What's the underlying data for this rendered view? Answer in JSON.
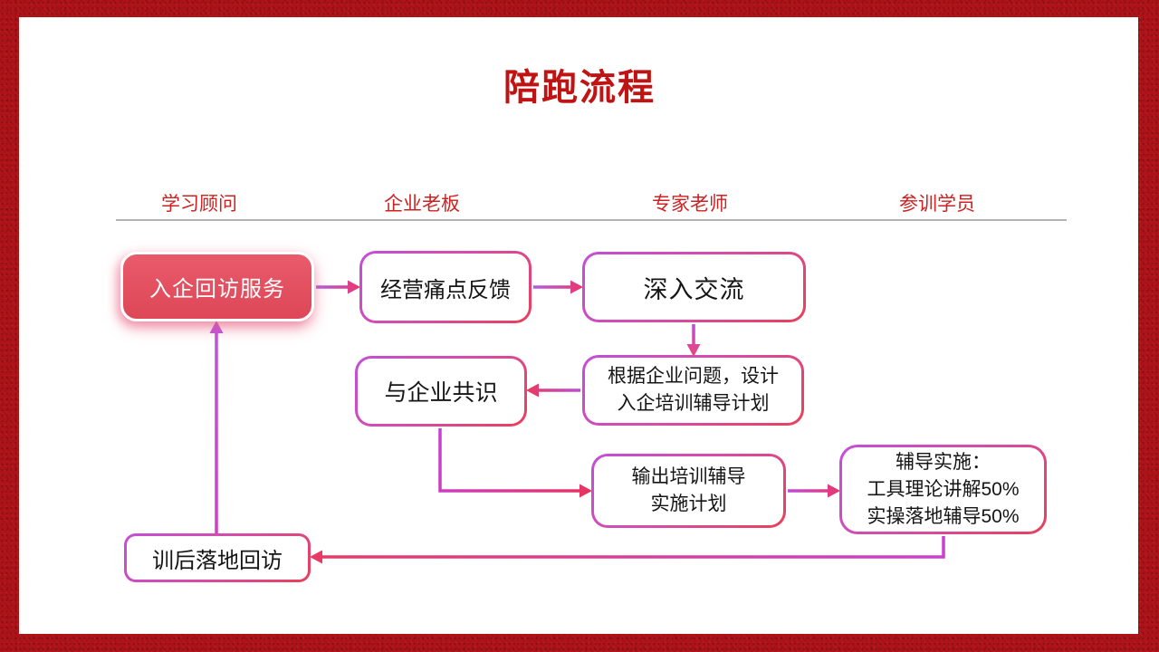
{
  "slide": {
    "title": "陪跑流程",
    "background": "#ffffff",
    "frame_color": "#b01318",
    "title_color": "#c01414"
  },
  "lanes": {
    "divider_color": "#b3b3b3",
    "label_color": "#cc2222",
    "headers": [
      "学习顾问",
      "企业老板",
      "专家老师",
      "参训学员"
    ]
  },
  "flow": {
    "accent_start": "#bb55dd",
    "accent_end": "#e8386e",
    "nodes": [
      {
        "id": "entry-visit",
        "label": "入企回访服务",
        "style": "filled",
        "fill": "#e4505f",
        "text_color": "#ffffff"
      },
      {
        "id": "pain-feedback",
        "label": "经营痛点反馈"
      },
      {
        "id": "deep-exchange",
        "label": "深入交流"
      },
      {
        "id": "design-plan",
        "lines": [
          "根据企业问题，设计",
          "入企培训辅导计划"
        ]
      },
      {
        "id": "consensus",
        "label": "与企业共识"
      },
      {
        "id": "output-plan",
        "lines": [
          "输出培训辅导",
          "实施计划"
        ]
      },
      {
        "id": "implementation",
        "lines": [
          "辅导实施：",
          "工具理论讲解50%",
          "实操落地辅导50%"
        ]
      },
      {
        "id": "post-visit",
        "label": "训后落地回访"
      }
    ],
    "edges": [
      {
        "from": "entry-visit",
        "to": "pain-feedback"
      },
      {
        "from": "pain-feedback",
        "to": "deep-exchange"
      },
      {
        "from": "deep-exchange",
        "to": "design-plan"
      },
      {
        "from": "design-plan",
        "to": "consensus"
      },
      {
        "from": "consensus",
        "to": "output-plan"
      },
      {
        "from": "output-plan",
        "to": "implementation"
      },
      {
        "from": "implementation",
        "to": "post-visit"
      },
      {
        "from": "post-visit",
        "to": "entry-visit"
      }
    ]
  }
}
